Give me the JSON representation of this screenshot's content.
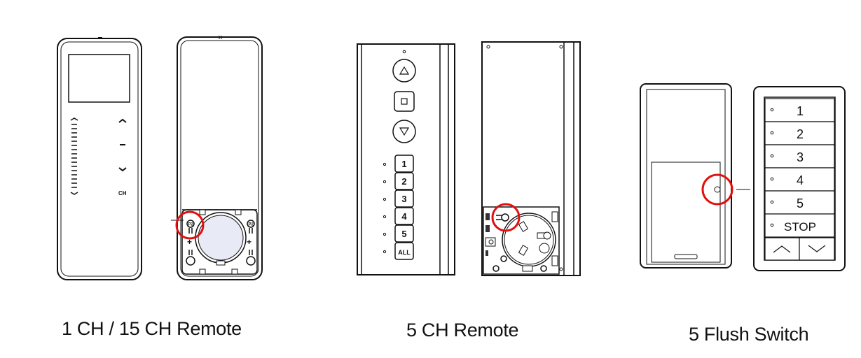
{
  "products": [
    {
      "caption": "1 CH / 15 CH Remote",
      "front": {
        "buttons": {
          "up": "^",
          "stop": "–",
          "down": "v",
          "channel": "CH"
        }
      },
      "back": {
        "battery_labels": [
          "P2",
          "P2"
        ],
        "polarity": [
          "+",
          "+"
        ],
        "highlighted_button": "P2"
      }
    },
    {
      "caption": "5 CH Remote",
      "front": {
        "buttons": {
          "up": "△",
          "stop": "□",
          "down": "▽"
        },
        "channels": [
          "1",
          "2",
          "3",
          "4",
          "5",
          "ALL"
        ]
      },
      "back": {
        "highlighted_button": "program-button"
      }
    },
    {
      "caption": "5 Flush Switch",
      "back": {
        "highlighted_button": "program-button"
      },
      "front": {
        "channels": [
          "1",
          "2",
          "3",
          "4",
          "5",
          "STOP"
        ],
        "arrows": [
          "up",
          "down"
        ]
      }
    }
  ],
  "colors": {
    "highlight": "#e01010",
    "line": "#111111",
    "battery": "#e8ebf5"
  }
}
